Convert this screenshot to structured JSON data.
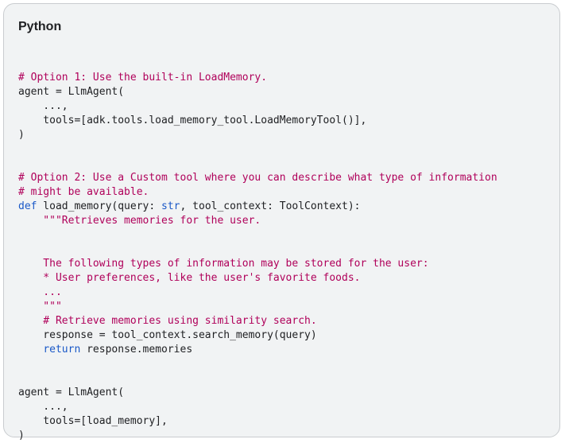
{
  "code_block": {
    "language_label": "Python",
    "colors": {
      "background": "#f1f3f4",
      "text": "#202124",
      "comment": "#b0005a",
      "keyword": "#1a58c7",
      "string": "#b0005a"
    },
    "lines": [
      [
        {
          "t": "default",
          "s": ""
        }
      ],
      [
        {
          "t": "comment",
          "s": "# Option 1: Use the built-in LoadMemory."
        }
      ],
      [
        {
          "t": "default",
          "s": "agent = LlmAgent("
        }
      ],
      [
        {
          "t": "default",
          "s": "    ...,"
        }
      ],
      [
        {
          "t": "default",
          "s": "    tools=[adk.tools.load_memory_tool.LoadMemoryTool()],"
        }
      ],
      [
        {
          "t": "default",
          "s": ")"
        }
      ],
      [
        {
          "t": "default",
          "s": ""
        }
      ],
      [
        {
          "t": "default",
          "s": ""
        }
      ],
      [
        {
          "t": "comment",
          "s": "# Option 2: Use a Custom tool where you can describe what type of information"
        }
      ],
      [
        {
          "t": "comment",
          "s": "# might be available."
        }
      ],
      [
        {
          "t": "keyword",
          "s": "def"
        },
        {
          "t": "default",
          "s": " load_memory(query: "
        },
        {
          "t": "builtin",
          "s": "str"
        },
        {
          "t": "default",
          "s": ", tool_context: ToolContext):"
        }
      ],
      [
        {
          "t": "string",
          "s": "    \"\"\"Retrieves memories for the user."
        }
      ],
      [
        {
          "t": "string",
          "s": ""
        }
      ],
      [
        {
          "t": "string",
          "s": ""
        }
      ],
      [
        {
          "t": "string",
          "s": "    The following types of information may be stored for the user:"
        }
      ],
      [
        {
          "t": "string",
          "s": "    * User preferences, like the user's favorite foods."
        }
      ],
      [
        {
          "t": "string",
          "s": "    ..."
        }
      ],
      [
        {
          "t": "string",
          "s": "    \"\"\""
        }
      ],
      [
        {
          "t": "comment",
          "s": "    # Retrieve memories using similarity search."
        }
      ],
      [
        {
          "t": "default",
          "s": "    response = tool_context.search_memory(query)"
        }
      ],
      [
        {
          "t": "default",
          "s": "    "
        },
        {
          "t": "keyword",
          "s": "return"
        },
        {
          "t": "default",
          "s": " response.memories"
        }
      ],
      [
        {
          "t": "default",
          "s": ""
        }
      ],
      [
        {
          "t": "default",
          "s": ""
        }
      ],
      [
        {
          "t": "default",
          "s": "agent = LlmAgent("
        }
      ],
      [
        {
          "t": "default",
          "s": "    ...,"
        }
      ],
      [
        {
          "t": "default",
          "s": "    tools=[load_memory],"
        }
      ],
      [
        {
          "t": "default",
          "s": ")"
        }
      ]
    ]
  }
}
